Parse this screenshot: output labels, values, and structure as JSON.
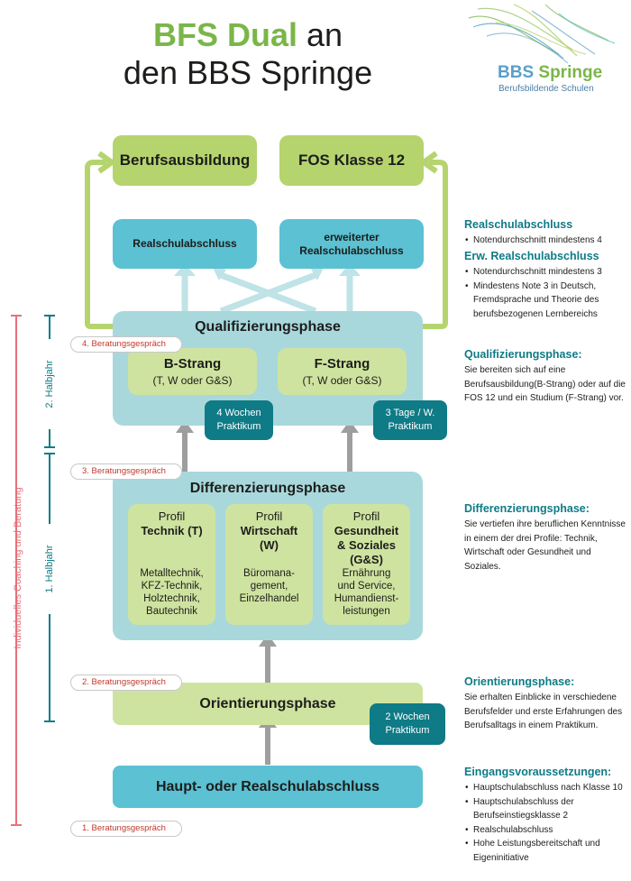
{
  "title": {
    "accent": "BFS Dual",
    "rest": "an",
    "line2": "den BBS Springe"
  },
  "logo": {
    "name_part1": "BBS",
    "name_part2": "Springe",
    "subtitle": "Berufsbildende Schulen"
  },
  "targets": {
    "left": "Berufsausbildung",
    "right": "FOS Klasse 12"
  },
  "abschluesse": {
    "left": "Realschulabschluss",
    "right_line1": "erweiterter",
    "right_line2": "Realschulabschluss"
  },
  "qualifizierung": {
    "title": "Qualifizierungsphase",
    "b_strang": {
      "title": "B-Strang",
      "sub": "(T, W oder G&S)"
    },
    "f_strang": {
      "title": "F-Strang",
      "sub": "(T, W oder G&S)"
    },
    "praktikum_left": {
      "line1": "4 Wochen",
      "line2": "Praktikum"
    },
    "praktikum_right": {
      "line1": "3 Tage / W.",
      "line2": "Praktikum"
    }
  },
  "differenzierung": {
    "title": "Differenzierungsphase",
    "profiles": [
      {
        "head": "Profil",
        "name_lines": [
          "Technik (T)"
        ],
        "items": [
          "Metalltechnik,",
          "KFZ-Technik,",
          "Holztechnik,",
          "Bautechnik"
        ]
      },
      {
        "head": "Profil",
        "name_lines": [
          "Wirtschaft",
          "(W)"
        ],
        "items": [
          "Büromana-",
          "gement,",
          "Einzelhandel"
        ]
      },
      {
        "head": "Profil",
        "name_lines": [
          "Gesundheit",
          "& Soziales",
          "(G&S)"
        ],
        "items": [
          "Ernährung",
          "und Service,",
          "Humandienst-",
          "leistungen"
        ]
      }
    ]
  },
  "orientierung": {
    "title": "Orientierungsphase",
    "praktikum": {
      "line1": "2 Wochen",
      "line2": "Praktikum"
    }
  },
  "start": {
    "label": "Haupt- oder Realschulabschluss"
  },
  "beratung": [
    "4. Beratungsgespräch",
    "3. Beratungsgespräch",
    "2. Beratungsgespräch",
    "1. Beratungsgespräch"
  ],
  "timeline": {
    "coaching": "Individuelles Coaching und Beratung",
    "halbjahr2": "2. Halbjahr",
    "halbjahr1": "1. Halbjahr"
  },
  "right_column": {
    "rs_heading": "Realschulabschluss",
    "rs_items": [
      "Notendurchschnitt mindestens 4"
    ],
    "ers_heading": "Erw. Realschulabschluss",
    "ers_items": [
      "Notendurchschnitt mindestens 3",
      "Mindestens Note 3 in Deutsch, Fremdsprache und Theorie des berufsbezogenen Lernbereichs"
    ],
    "qual_heading": "Qualifizierungsphase:",
    "qual_text": "Sie bereiten sich auf eine Berufsausbildung(B-Strang) oder auf die FOS 12 und ein Studium (F-Strang) vor.",
    "diff_heading": "Differenzierungsphase:",
    "diff_text": "Sie vertiefen ihre beruflichen Kenntnisse in einem der drei Profile: Technik, Wirtschaft oder Gesundheit und Soziales.",
    "orient_heading": "Orientierungsphase:",
    "orient_text": "Sie erhalten Einblicke in verschiedene Berufsfelder und erste Erfahrungen des Berufsalltags in einem Praktikum.",
    "eingang_heading": "Eingangsvoraussetzungen:",
    "eingang_items": [
      "Hauptschulabschluss nach Klasse 10",
      "Hauptschulabschluss der Berufseinstiegsklasse 2",
      "Realschulabschluss",
      "Hohe Leistungsbereitschaft und Eigeninitiative"
    ]
  },
  "colors": {
    "green": "#7ab648",
    "teal": "#0e7b86",
    "light_teal": "#a8d8dc",
    "bright_teal": "#5bc1d3",
    "red": "#c0392b",
    "pink": "#e8707a",
    "grey_arrow": "#9e9e9e"
  }
}
